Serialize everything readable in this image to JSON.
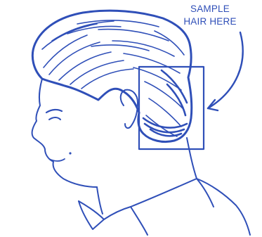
{
  "callout": {
    "line1": "SAMPLE",
    "line2": "HAIR HERE"
  },
  "colors": {
    "ink": "#2f4fb8",
    "background": "#ffffff"
  },
  "icons": {
    "figure": "head-profile-illustration",
    "pointer": "curved-arrow-icon",
    "region": "sample-area-box"
  }
}
